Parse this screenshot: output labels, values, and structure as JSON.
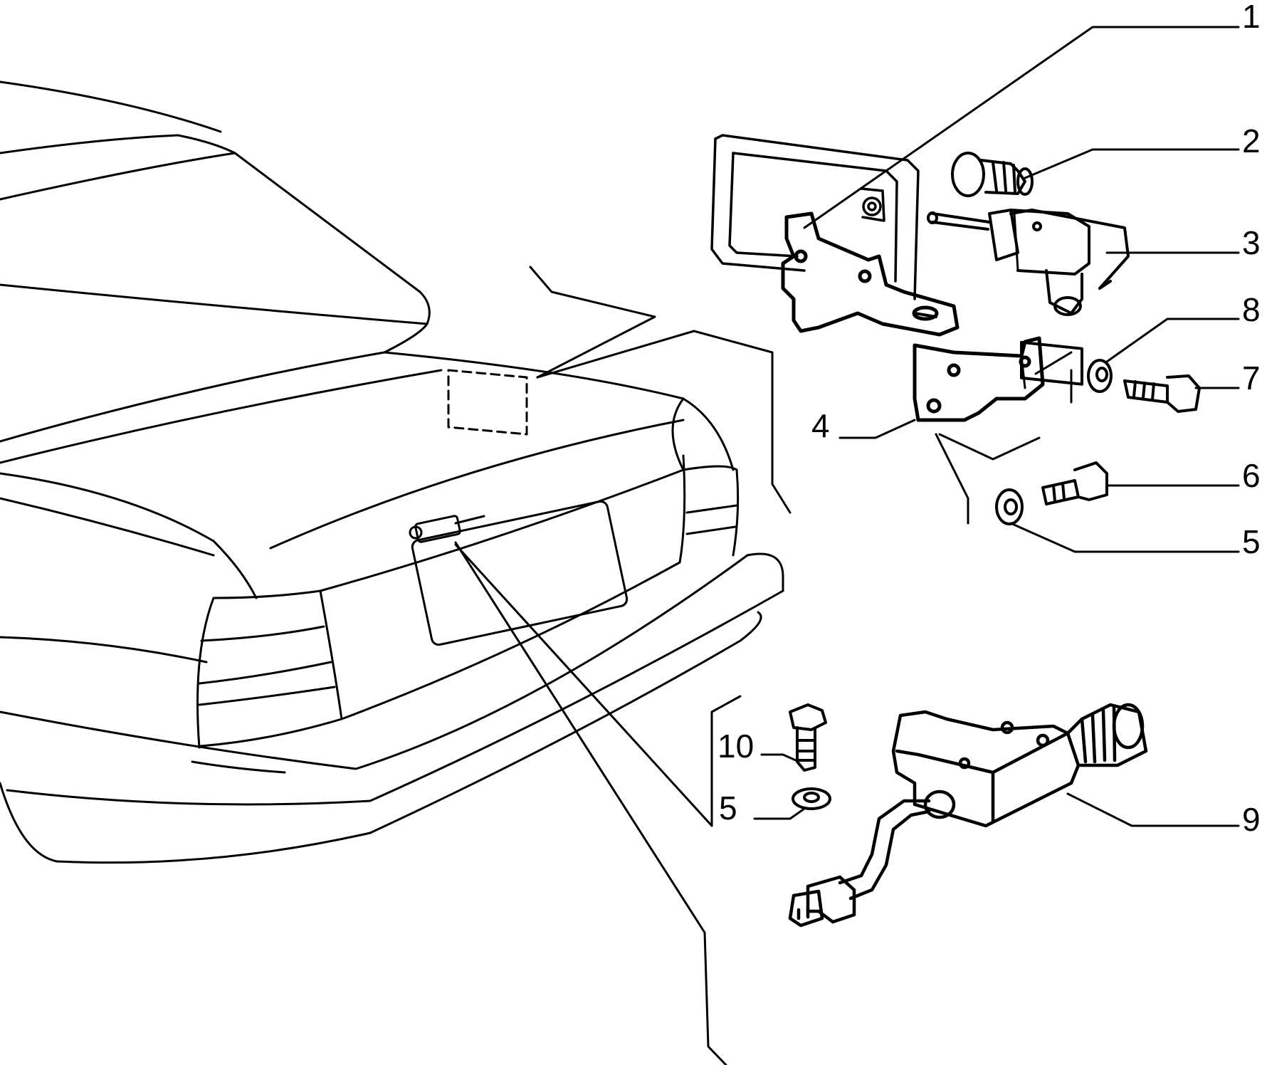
{
  "callouts": {
    "c1": "1",
    "c2": "2",
    "c3": "3",
    "c4": "4",
    "c5a": "5",
    "c5b": "5",
    "c6": "6",
    "c7": "7",
    "c8": "8",
    "c9": "9",
    "c10": "10"
  },
  "colors": {
    "ink": "#000000",
    "paper": "#ffffff"
  }
}
